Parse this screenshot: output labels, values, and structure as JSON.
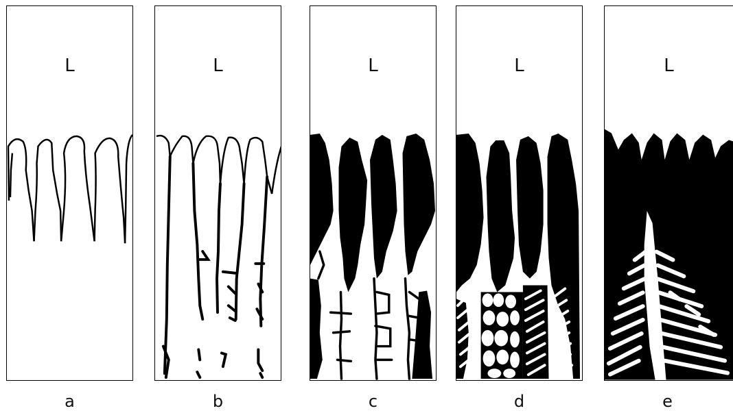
{
  "panels": [
    {
      "id": "a",
      "phase_label": "L",
      "caption": "a"
    },
    {
      "id": "b",
      "phase_label": "L",
      "caption": "b"
    },
    {
      "id": "c",
      "phase_label": "L",
      "caption": "c"
    },
    {
      "id": "d",
      "phase_label": "L",
      "caption": "d"
    },
    {
      "id": "e",
      "phase_label": "L",
      "caption": "e"
    }
  ],
  "colors": {
    "solid": "#000000",
    "liquid": "#ffffff",
    "outline": "#000000"
  }
}
